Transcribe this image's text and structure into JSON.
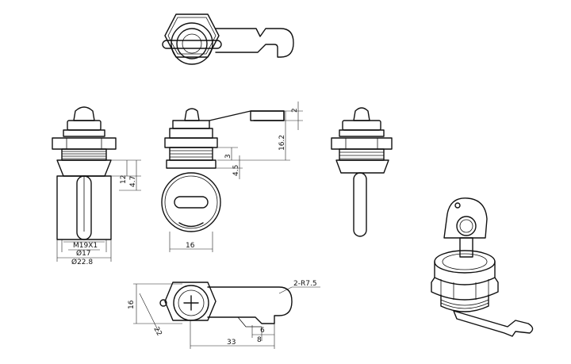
{
  "dimensions": {
    "thread": "M19X1",
    "d_inner": "Ø17",
    "d_outer": "Ø22.8",
    "h_12": "12",
    "h_47": "4.7",
    "w_16": "16",
    "h_162": "16.2",
    "h_2": "2",
    "h_3": "3",
    "h_45": "4.5",
    "radius": "2-R7.5",
    "h_16b": "16",
    "dia_22": "22",
    "len_33": "33",
    "w_6": "6",
    "w_8": "8"
  }
}
